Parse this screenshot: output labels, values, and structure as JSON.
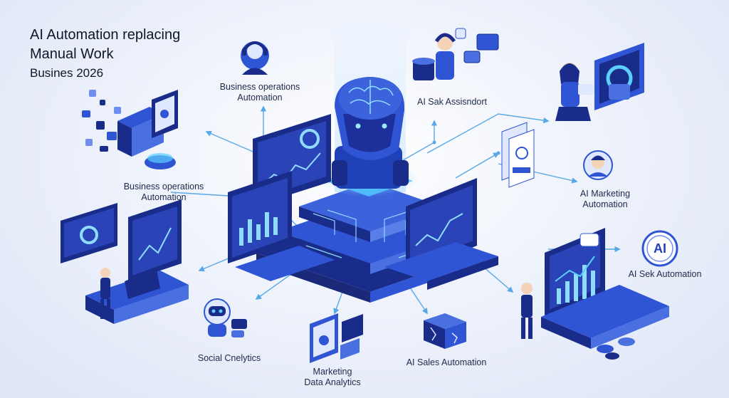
{
  "title": {
    "line1": "AI Automation replacing",
    "line2": "Manual Work",
    "line3": "Busines 2026"
  },
  "labels": {
    "business_ops_top": [
      "Business operations",
      "Automation"
    ],
    "ai_sak_assistant": "AI Sak Assisndort",
    "business_ops_left": [
      "Business operations",
      "Automation"
    ],
    "ai_marketing": [
      "AI Marketing",
      "Automation"
    ],
    "ai_sek_automation": "AI Sek Automation",
    "social_analytics": "Social Cnelytics",
    "marketing_data": [
      "Marketing",
      "Data Analytics"
    ],
    "ai_sales": "AI Sales Automation",
    "ai_badge": "AI"
  },
  "colors": {
    "primary": "#2f55d4",
    "dark": "#1a2c8a",
    "light": "#6f8ff0",
    "screen": "#24368f",
    "cyan": "#5bd0ff",
    "connector": "#58a8e8"
  }
}
